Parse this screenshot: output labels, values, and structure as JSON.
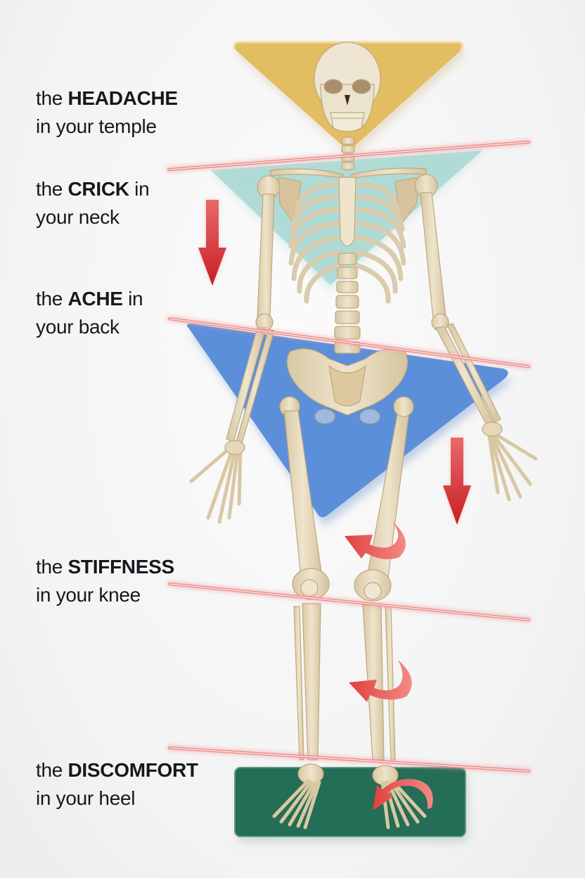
{
  "figure": {
    "title": "Skeleton pain-point illustration",
    "colors": {
      "background": "#f4f4f4",
      "head_triangle": "#e3bf64",
      "neck_triangle": "#9fd3cf",
      "pelvis_triangle": "#5b8fd9",
      "floor_mat": "#226b55",
      "laser_line": "#f08c8c",
      "arrow_red": "#d63131",
      "curved_arrow": "#ea5a55",
      "bone": "#e9dcc0",
      "text": "#15181d"
    }
  },
  "labels": [
    {
      "prefix": "the ",
      "emphasis": "HEADACHE",
      "suffix": "",
      "line2": "in your temple"
    },
    {
      "prefix": "the ",
      "emphasis": "CRICK",
      "suffix": " in",
      "line2": "your neck"
    },
    {
      "prefix": "the ",
      "emphasis": "ACHE",
      "suffix": " in",
      "line2": "your back"
    },
    {
      "prefix": "the ",
      "emphasis": "STIFFNESS",
      "suffix": "",
      "line2": "in your knee"
    },
    {
      "prefix": "the ",
      "emphasis": "DISCOMFORT",
      "suffix": "",
      "line2": "in your heel"
    }
  ],
  "markers": {
    "laser_lines": [
      "neck-line",
      "hip-line",
      "knee-line",
      "ankle-line"
    ],
    "straight_arrows": [
      "down-arrow-left",
      "down-arrow-right"
    ],
    "curved_arrows": [
      "thigh-rotation-arrow",
      "shin-rotation-arrow",
      "foot-rotation-arrow"
    ]
  }
}
